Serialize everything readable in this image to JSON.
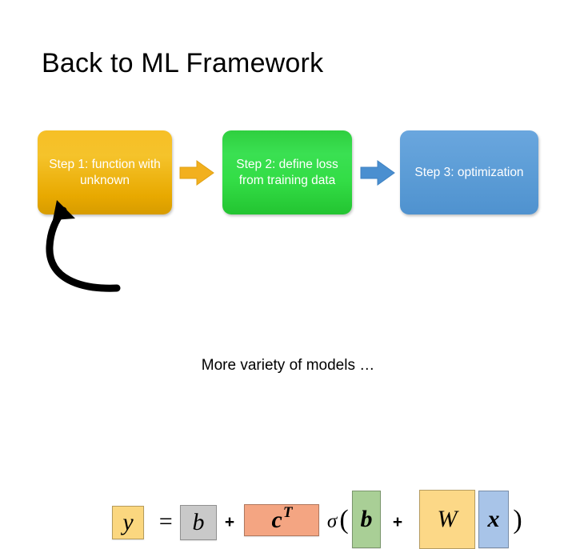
{
  "slide": {
    "title": "Back to ML Framework",
    "caption": "More variety of models …",
    "background_color": "#ffffff"
  },
  "steps": [
    {
      "id": "step-1",
      "label": "Step 1: function with unknown",
      "color": "#e8a900",
      "text_color": "#ffffff"
    },
    {
      "id": "step-2",
      "label": "Step 2: define loss from training data",
      "color": "#33dd46",
      "text_color": "#ffffff"
    },
    {
      "id": "step-3",
      "label": "Step 3: optimization",
      "color": "#5f9fd8",
      "text_color": "#ffffff"
    }
  ],
  "arrows": [
    {
      "id": "arrow-1",
      "from": "step-1",
      "to": "step-2",
      "color": "#f2b01e",
      "direction": "right"
    },
    {
      "id": "arrow-2",
      "from": "step-2",
      "to": "step-3",
      "color": "#4a8fd0",
      "direction": "right"
    },
    {
      "id": "feedback-arrow",
      "from": "equation",
      "to": "step-1",
      "color": "#000000",
      "direction": "up-left-curved"
    }
  ],
  "equation": {
    "description": "y = b + c^T sigma( b + W x )",
    "tokens": [
      {
        "id": "y",
        "text": "y",
        "sup": "",
        "boxed": true,
        "box_color": "#fbd77f",
        "style": "italic-light"
      },
      {
        "id": "equals",
        "text": "=",
        "sup": "",
        "boxed": false,
        "box_color": "",
        "style": "italic-light"
      },
      {
        "id": "b1",
        "text": "b",
        "sup": "",
        "boxed": true,
        "box_color": "#c9c9c9",
        "style": "italic-light"
      },
      {
        "id": "plus1",
        "text": "+",
        "sup": "",
        "boxed": false,
        "box_color": "",
        "style": "plain"
      },
      {
        "id": "cT",
        "text": "c",
        "sup": "T",
        "boxed": true,
        "box_color": "#f4a582",
        "style": "italic-bold"
      },
      {
        "id": "sigma",
        "text": "σ",
        "sup": "",
        "boxed": false,
        "box_color": "",
        "style": "sigma"
      },
      {
        "id": "paren-o",
        "text": "(",
        "sup": "",
        "boxed": false,
        "box_color": "",
        "style": "paren"
      },
      {
        "id": "b2",
        "text": "b",
        "sup": "",
        "boxed": true,
        "box_color": "#a9cf96",
        "style": "italic-bold"
      },
      {
        "id": "plus2",
        "text": "+",
        "sup": "",
        "boxed": false,
        "box_color": "",
        "style": "plain"
      },
      {
        "id": "W",
        "text": "W",
        "sup": "",
        "boxed": true,
        "box_color": "#fcd887",
        "style": "italic-light"
      },
      {
        "id": "x",
        "text": "x",
        "sup": "",
        "boxed": true,
        "box_color": "#a8c4e8",
        "style": "italic-bold"
      },
      {
        "id": "paren-c",
        "text": ")",
        "sup": "",
        "boxed": false,
        "box_color": "",
        "style": "paren"
      }
    ]
  }
}
